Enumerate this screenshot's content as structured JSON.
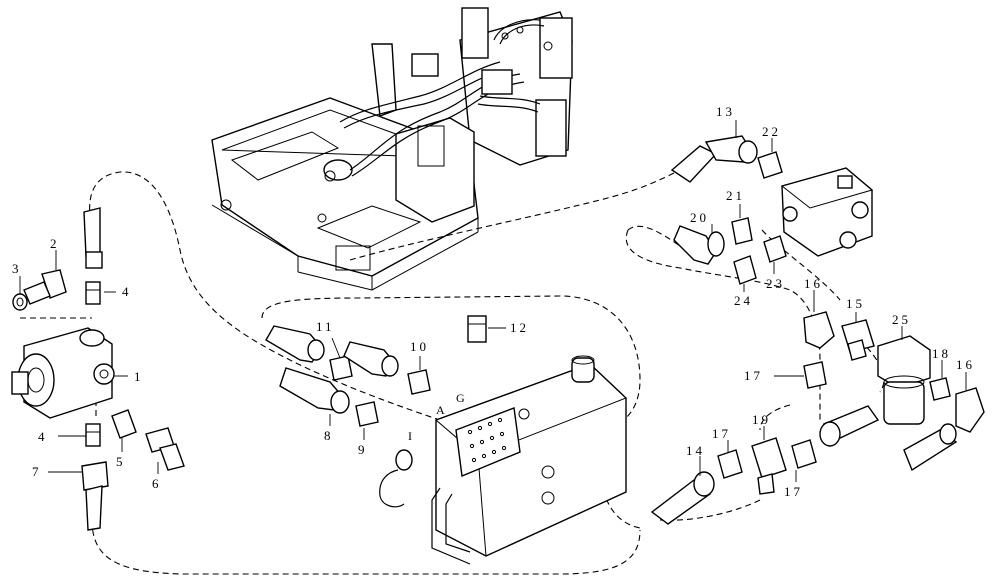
{
  "diagram": {
    "callouts": [
      {
        "id": "c1",
        "text": "1"
      },
      {
        "id": "c2",
        "text": "2"
      },
      {
        "id": "c3",
        "text": "3"
      },
      {
        "id": "c4a",
        "text": "4"
      },
      {
        "id": "c4b",
        "text": "4"
      },
      {
        "id": "c5",
        "text": "5"
      },
      {
        "id": "c6",
        "text": "6"
      },
      {
        "id": "c7",
        "text": "7"
      },
      {
        "id": "c8",
        "text": "8"
      },
      {
        "id": "c9",
        "text": "9"
      },
      {
        "id": "c10",
        "text": "10"
      },
      {
        "id": "c11",
        "text": "11"
      },
      {
        "id": "c12",
        "text": "12"
      },
      {
        "id": "c13",
        "text": "13"
      },
      {
        "id": "c14",
        "text": "14"
      },
      {
        "id": "c15",
        "text": "15"
      },
      {
        "id": "c16a",
        "text": "16"
      },
      {
        "id": "c16b",
        "text": "16"
      },
      {
        "id": "c17a",
        "text": "17"
      },
      {
        "id": "c17b",
        "text": "17"
      },
      {
        "id": "c17c",
        "text": "17"
      },
      {
        "id": "c18",
        "text": "18"
      },
      {
        "id": "c19",
        "text": "19"
      },
      {
        "id": "c20",
        "text": "20"
      },
      {
        "id": "c21",
        "text": "21"
      },
      {
        "id": "c22",
        "text": "22"
      },
      {
        "id": "c23",
        "text": "23"
      },
      {
        "id": "c24",
        "text": "24"
      },
      {
        "id": "c25",
        "text": "25"
      }
    ],
    "connection_letters": [
      {
        "id": "A",
        "text": "A"
      },
      {
        "id": "G",
        "text": "G"
      },
      {
        "id": "I",
        "text": "I"
      }
    ]
  }
}
